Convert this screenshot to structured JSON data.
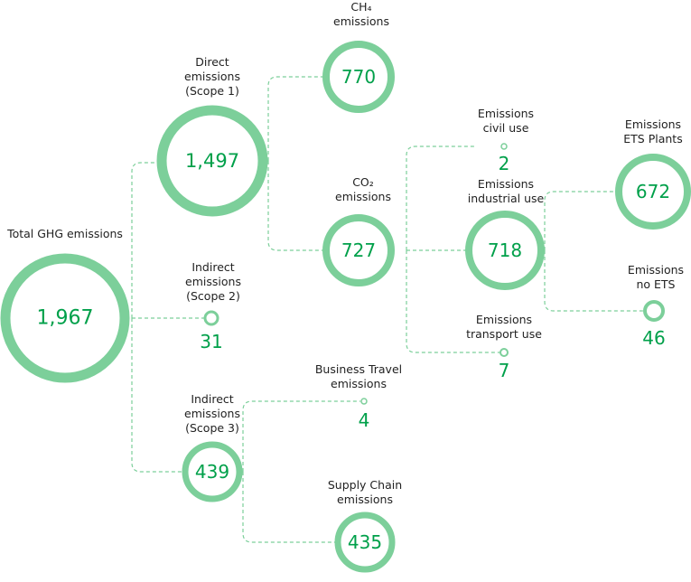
{
  "colors": {
    "ring": "#7ccf9a",
    "value": "#00a04a",
    "label": "#222222",
    "connector": "#7ccf9a"
  },
  "nodes": {
    "total": {
      "label": [
        "Total GHG emissions"
      ],
      "value": "1,967"
    },
    "scope1": {
      "label": [
        "Direct",
        "emissions",
        "(Scope 1)"
      ],
      "value": "1,497"
    },
    "scope2": {
      "label": [
        "Indirect",
        "emissions",
        "(Scope 2)"
      ],
      "value": "31"
    },
    "scope3": {
      "label": [
        "Indirect",
        "emissions",
        "(Scope 3)"
      ],
      "value": "439"
    },
    "ch4": {
      "label": [
        "CH₄",
        "emissions"
      ],
      "value": "770"
    },
    "co2": {
      "label": [
        "CO₂",
        "emissions"
      ],
      "value": "727"
    },
    "civil": {
      "label": [
        "Emissions",
        "civil use"
      ],
      "value": "2"
    },
    "industrial": {
      "label": [
        "Emissions",
        "industrial use"
      ],
      "value": "718"
    },
    "transport": {
      "label": [
        "Emissions",
        "transport use"
      ],
      "value": "7"
    },
    "ets": {
      "label": [
        "Emissions",
        "ETS Plants"
      ],
      "value": "672"
    },
    "noets": {
      "label": [
        "Emissions",
        "no ETS"
      ],
      "value": "46"
    },
    "business": {
      "label": [
        "Business Travel",
        "emissions"
      ],
      "value": "4"
    },
    "supply": {
      "label": [
        "Supply Chain",
        "emissions"
      ],
      "value": "435"
    }
  }
}
